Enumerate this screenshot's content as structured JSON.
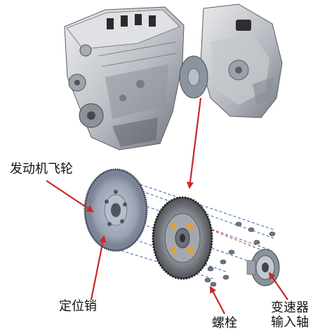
{
  "labels": {
    "flywheel": "发动机飞轮",
    "locating_pin": "定位销",
    "bolt": "螺栓",
    "input_shaft_line1": "变速器",
    "input_shaft_line2": "输入轴"
  },
  "colors": {
    "arrow": "#c8282a",
    "metal_light": "#d6d9dd",
    "metal_dark": "#7f868e",
    "flywheel": "#8e97a8",
    "clutch_friction": "#4a4a4a",
    "clutch_spring": "#e0a040",
    "guide_line": "#3f5fb0",
    "text": "#111111"
  },
  "parts": [
    "engine-block",
    "transmission-housing",
    "flywheel",
    "clutch-disc",
    "bolts",
    "input-shaft-hub"
  ]
}
